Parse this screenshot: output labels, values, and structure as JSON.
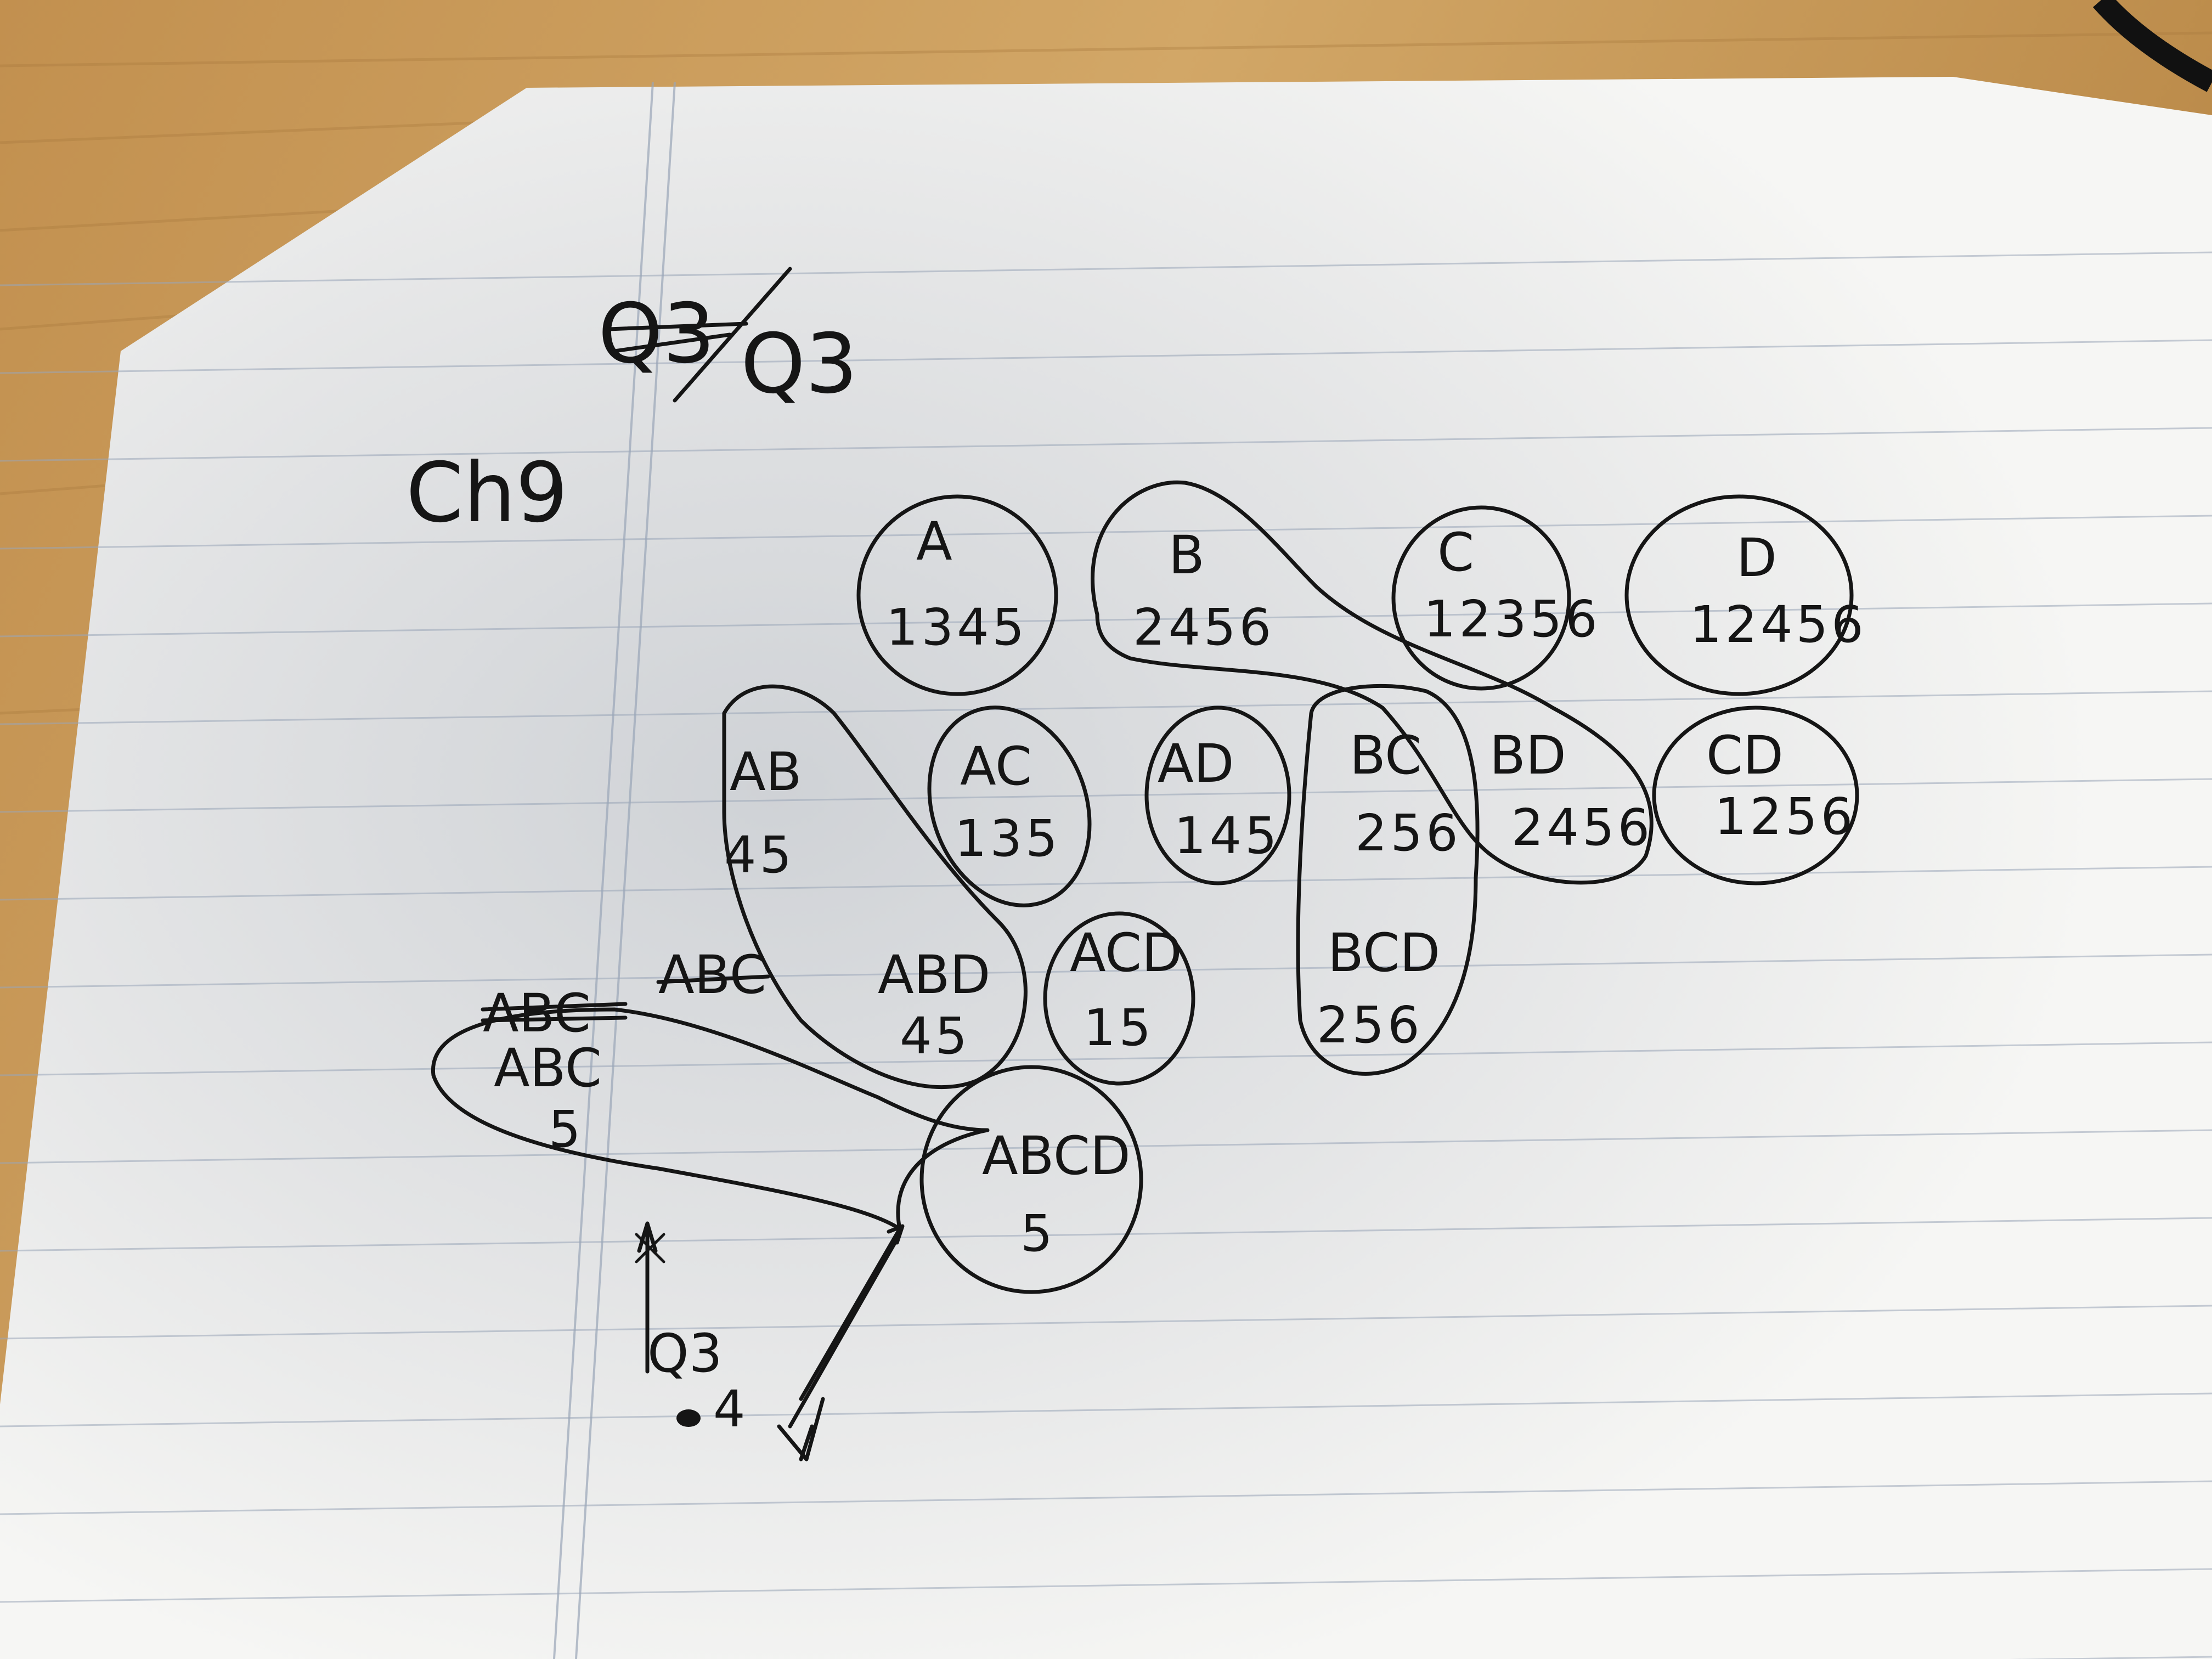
{
  "note": {
    "header_crossed": "Q3",
    "header": "Q3",
    "chapter": "Ch9"
  },
  "itemsets": {
    "A": {
      "label": "A",
      "tids": "1345"
    },
    "B": {
      "label": "B",
      "tids": "2456"
    },
    "C": {
      "label": "C",
      "tids": "12356"
    },
    "D": {
      "label": "D",
      "tids": "12456"
    },
    "AB": {
      "label": "AB",
      "tids": "45"
    },
    "AC": {
      "label": "AC",
      "tids": "135"
    },
    "AD": {
      "label": "AD",
      "tids": "145"
    },
    "BC": {
      "label": "BC",
      "tids": "256"
    },
    "BD": {
      "label": "BD",
      "tids": "2456"
    },
    "CD": {
      "label": "CD",
      "tids": "1256"
    },
    "ABD": {
      "label": "ABD",
      "tids": "45"
    },
    "ACD": {
      "label": "ACD",
      "tids": "15"
    },
    "BCD": {
      "label": "BCD",
      "tids": "256"
    },
    "ABC": {
      "label": "ABC",
      "tids": "5",
      "crossed_label": "ABC"
    },
    "ABCD": {
      "label": "ABCD",
      "tids": "5"
    }
  },
  "footer_sketch": {
    "label": "Q3",
    "digit": "4"
  },
  "colors": {
    "paper": "#f4f4f2",
    "ink": "#151515",
    "desk": "#c79a5c",
    "rule": "#9aa6b8"
  }
}
